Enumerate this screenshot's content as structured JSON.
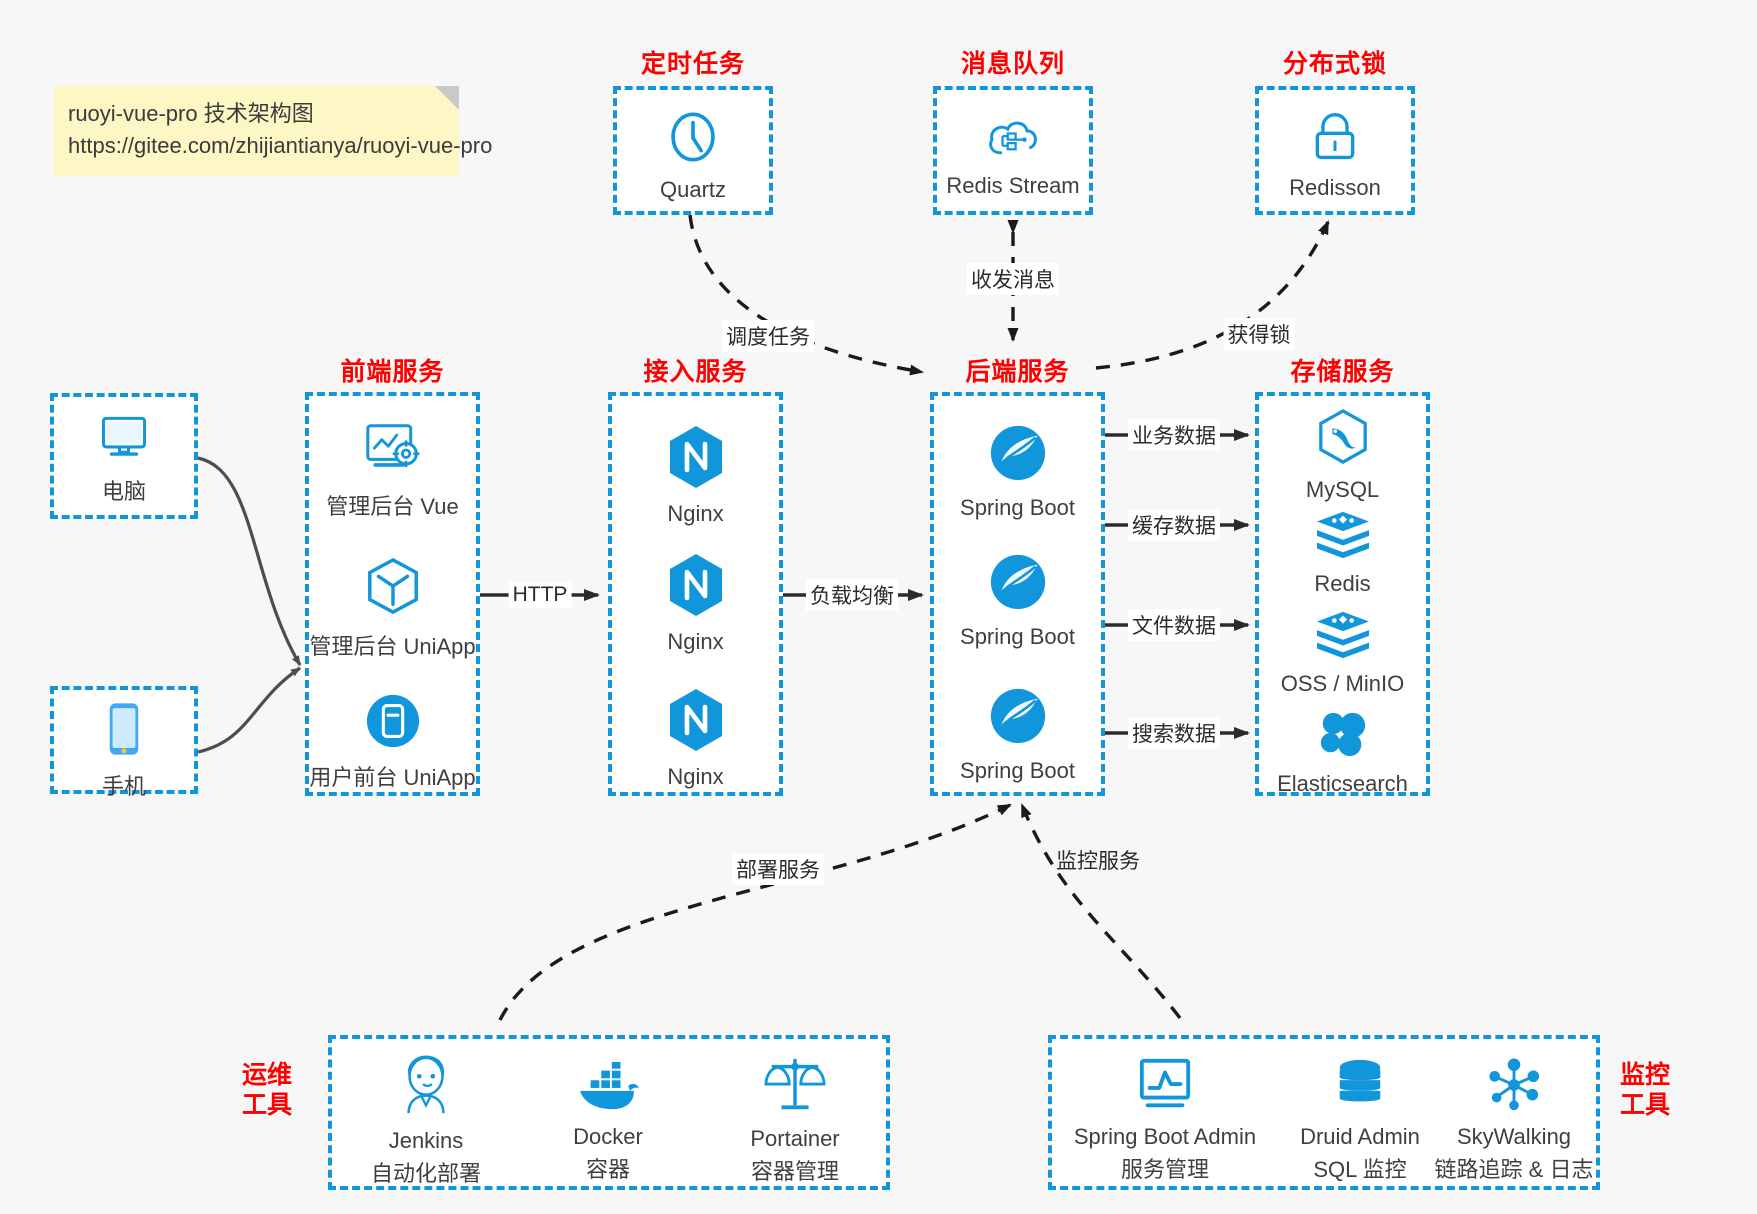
{
  "note": {
    "line1": "ruoyi-vue-pro 技术架构图",
    "line2": "https://gitee.com/zhijiantianya/ruoyi-vue-pro"
  },
  "colors": {
    "accent": "#1296db",
    "title_red": "#ff0000",
    "text": "#3f3f3f",
    "note_bg": "#fcf7c4",
    "bg": "#f7f7f7",
    "edge": "#4d4d4d"
  },
  "groups": {
    "scheduled_task": {
      "title": "定时任务",
      "nodes": [
        {
          "label": "Quartz",
          "icon": "clock-icon"
        }
      ]
    },
    "message_queue": {
      "title": "消息队列",
      "nodes": [
        {
          "label": "Redis Stream",
          "icon": "cloud-stream-icon"
        }
      ]
    },
    "distributed_lock": {
      "title": "分布式锁",
      "nodes": [
        {
          "label": "Redisson",
          "icon": "lock-icon"
        }
      ]
    },
    "clients": {
      "nodes": [
        {
          "label": "电脑",
          "icon": "desktop-icon"
        },
        {
          "label": "手机",
          "icon": "mobile-icon"
        }
      ]
    },
    "frontend": {
      "title": "前端服务",
      "nodes": [
        {
          "label": "管理后台 Vue",
          "icon": "admin-vue-icon"
        },
        {
          "label": "管理后台 UniApp",
          "icon": "cube-icon"
        },
        {
          "label": "用户前台 UniApp",
          "icon": "app-icon"
        }
      ]
    },
    "gateway": {
      "title": "接入服务",
      "nodes": [
        {
          "label": "Nginx",
          "icon": "nginx-icon"
        },
        {
          "label": "Nginx",
          "icon": "nginx-icon"
        },
        {
          "label": "Nginx",
          "icon": "nginx-icon"
        }
      ]
    },
    "backend": {
      "title": "后端服务",
      "nodes": [
        {
          "label": "Spring Boot",
          "icon": "spring-boot-icon"
        },
        {
          "label": "Spring Boot",
          "icon": "spring-boot-icon"
        },
        {
          "label": "Spring Boot",
          "icon": "spring-boot-icon"
        }
      ]
    },
    "storage": {
      "title": "存储服务",
      "nodes": [
        {
          "label": "MySQL",
          "icon": "mysql-icon"
        },
        {
          "label": "Redis",
          "icon": "redis-icon"
        },
        {
          "label": "OSS / MinIO",
          "icon": "oss-icon"
        },
        {
          "label": "Elasticsearch",
          "icon": "elasticsearch-icon"
        }
      ]
    },
    "devops": {
      "title_line1": "运维",
      "title_line2": "工具",
      "nodes": [
        {
          "label": "Jenkins",
          "sub": "自动化部署",
          "icon": "jenkins-icon"
        },
        {
          "label": "Docker",
          "sub": "容器",
          "icon": "docker-icon"
        },
        {
          "label": "Portainer",
          "sub": "容器管理",
          "icon": "scales-icon"
        }
      ]
    },
    "monitoring": {
      "title_line1": "监控",
      "title_line2": "工具",
      "nodes": [
        {
          "label": "Spring Boot Admin",
          "sub": "服务管理",
          "icon": "monitor-chart-icon"
        },
        {
          "label": "Druid Admin",
          "sub": "SQL 监控",
          "icon": "database-icon"
        },
        {
          "label": "SkyWalking",
          "sub": "链路追踪 & 日志",
          "icon": "skywalking-icon"
        }
      ]
    }
  },
  "edges": [
    {
      "name": "client-to-frontend",
      "label": "",
      "style": "solid"
    },
    {
      "name": "frontend-to-gateway",
      "label": "HTTP",
      "style": "solid"
    },
    {
      "name": "gateway-to-backend",
      "label": "负载均衡",
      "style": "solid"
    },
    {
      "name": "quartz-to-backend",
      "label": "调度任务",
      "style": "dashed"
    },
    {
      "name": "mq-backend",
      "label": "收发消息",
      "style": "dashed-bidirectional"
    },
    {
      "name": "backend-to-lock",
      "label": "获得锁",
      "style": "dashed"
    },
    {
      "name": "backend-to-mysql",
      "label": "业务数据",
      "style": "solid"
    },
    {
      "name": "backend-to-redis",
      "label": "缓存数据",
      "style": "solid"
    },
    {
      "name": "backend-to-oss",
      "label": "文件数据",
      "style": "solid"
    },
    {
      "name": "backend-to-es",
      "label": "搜索数据",
      "style": "solid"
    },
    {
      "name": "devops-to-backend",
      "label": "部署服务",
      "style": "dashed"
    },
    {
      "name": "monitoring-to-backend",
      "label": "监控服务",
      "style": "dashed"
    }
  ]
}
